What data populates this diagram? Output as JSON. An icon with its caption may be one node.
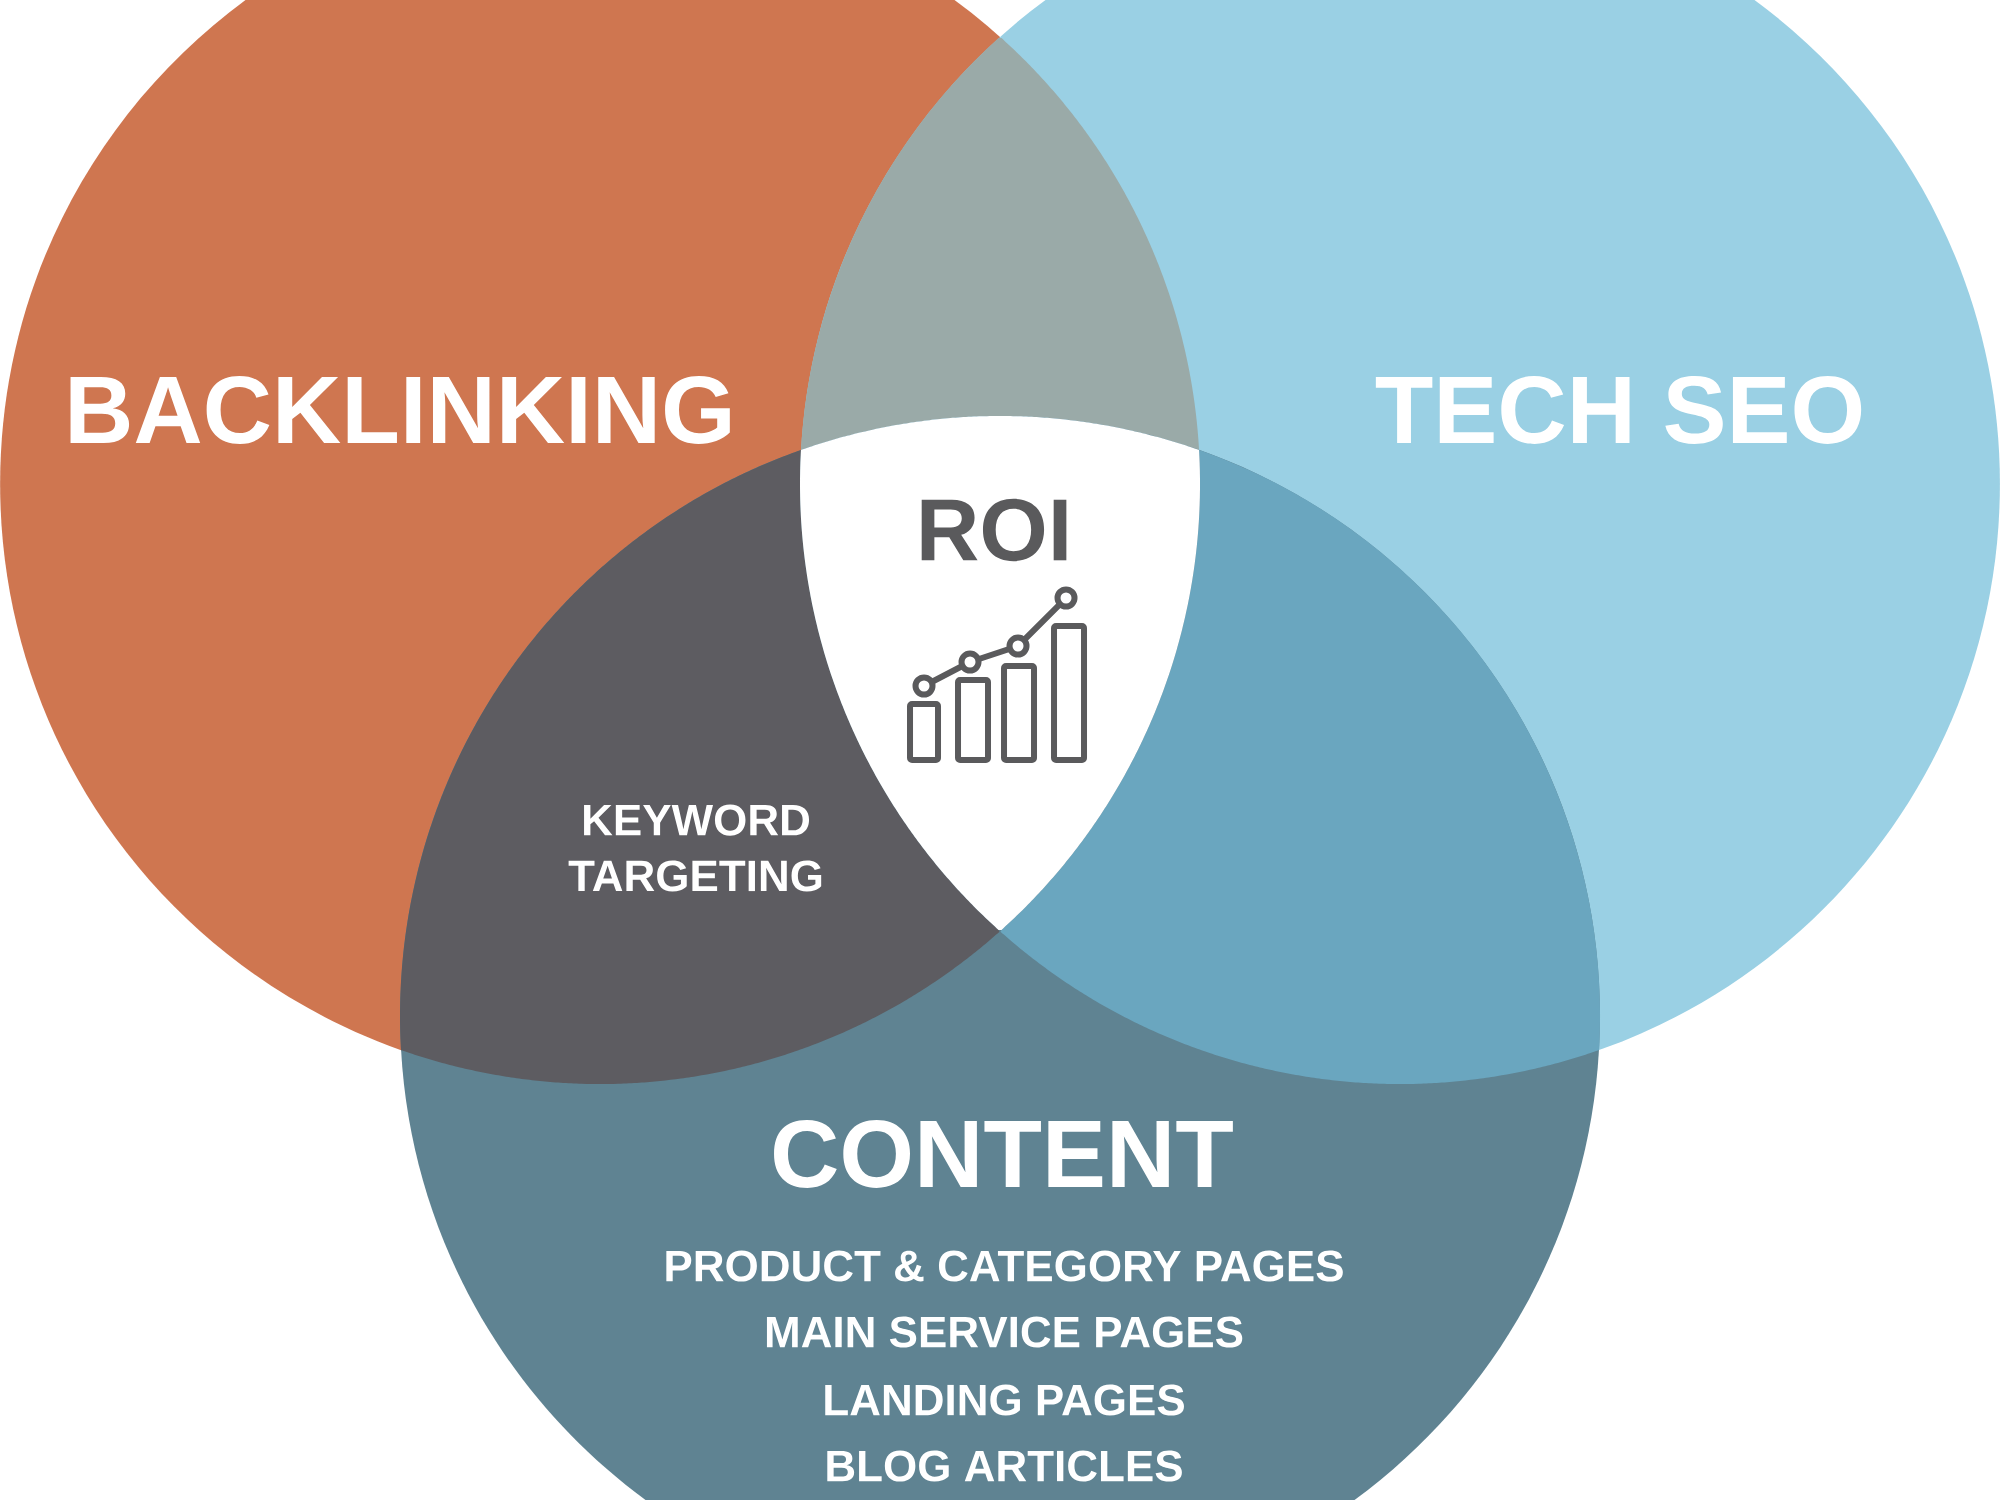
{
  "diagram": {
    "nodes": [
      {
        "text": [
          "BACKLINKING"
        ]
      },
      {
        "text": [
          "TECH SEO"
        ]
      },
      {
        "text": [],
        "shape": "lens"
      },
      {
        "text": [
          "ROI"
        ]
      },
      {
        "text": [
          "KEYWORD TARGETING"
        ]
      },
      {
        "text": [],
        "shape": "lens"
      },
      {
        "text": [
          "CONTENT",
          "PRODUCT & CATEGORY PAGES",
          "MAIN SERVICE PAGES",
          "LANDING PAGES",
          "BLOG ARTICLES"
        ]
      }
    ]
  }
}
